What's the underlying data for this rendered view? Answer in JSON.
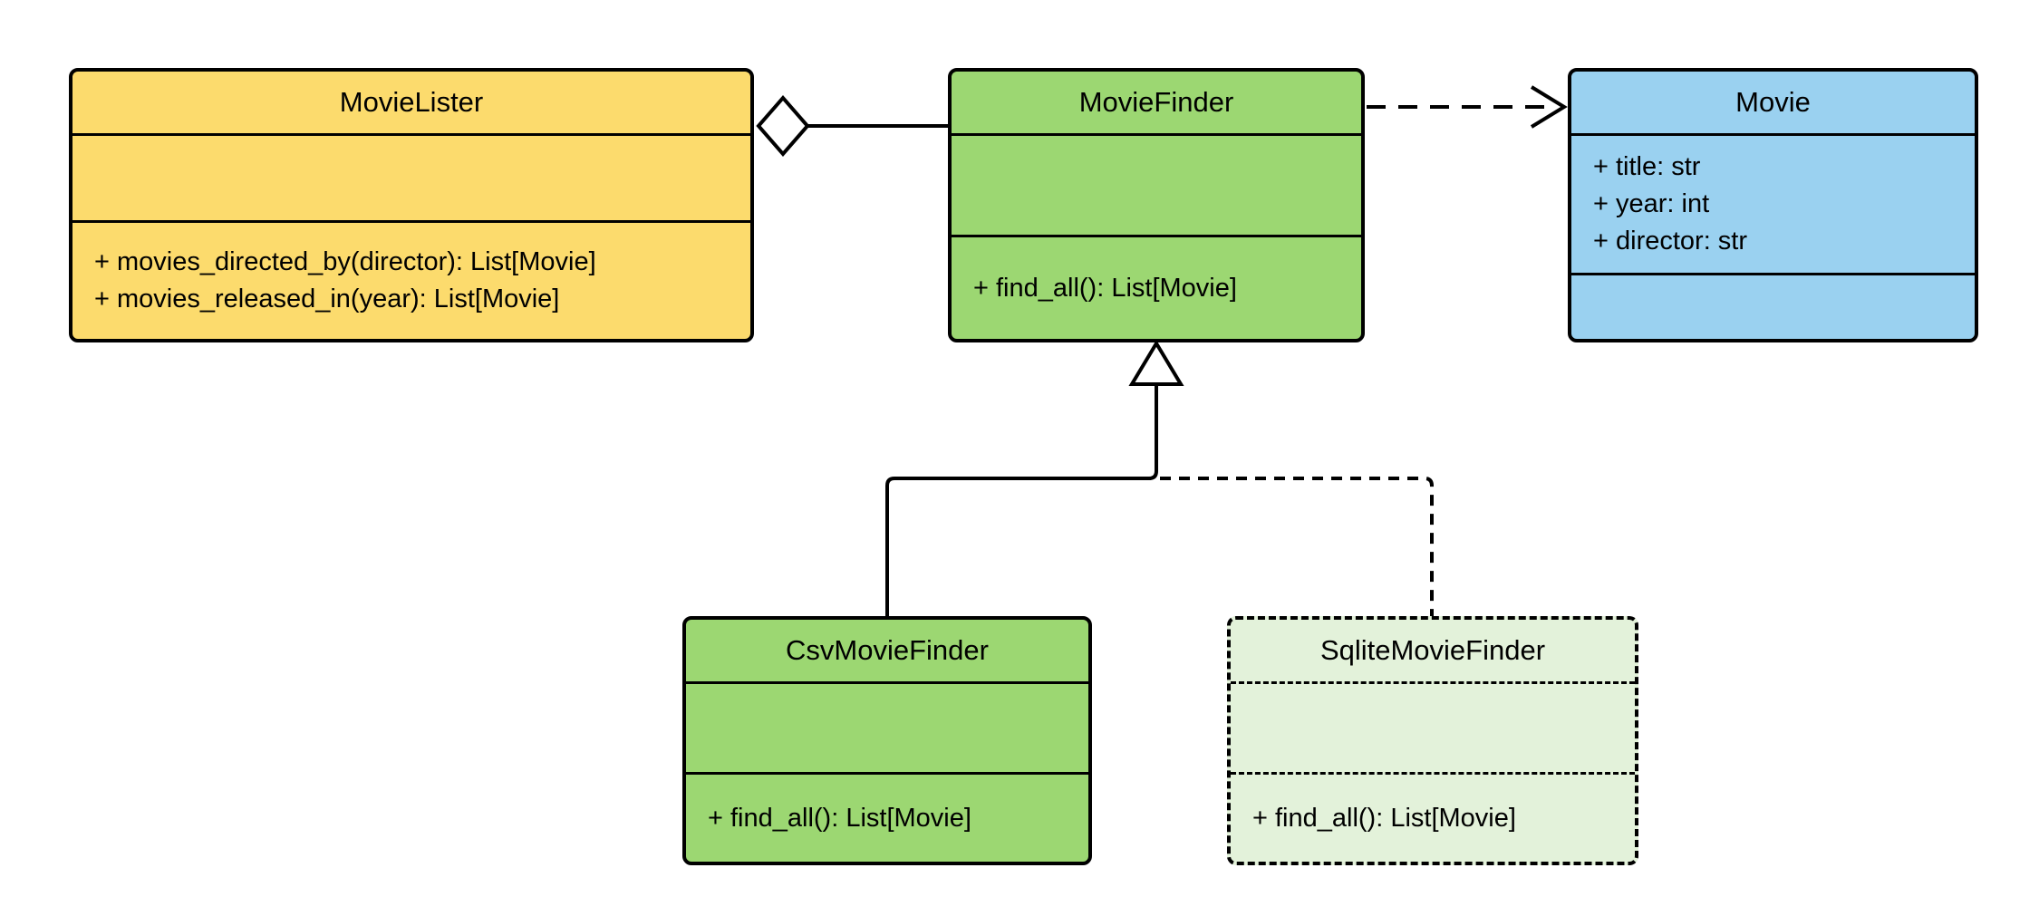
{
  "diagram": {
    "type": "uml-class-diagram",
    "background": "#ffffff",
    "stroke_color": "#000000",
    "marker_fill": "#ffffff",
    "classes": [
      {
        "name": "MovieLister",
        "fill": "#FCDB6D",
        "border": "solid",
        "attributes": [],
        "methods": [
          "+ movies_directed_by(director): List[Movie]",
          "+ movies_released_in(year): List[Movie]"
        ]
      },
      {
        "name": "MovieFinder",
        "fill": "#9CD772",
        "border": "solid",
        "attributes": [],
        "methods": [
          "+ find_all(): List[Movie]"
        ]
      },
      {
        "name": "Movie",
        "fill": "#9AD1F0",
        "border": "solid",
        "attributes": [
          "+ title: str",
          "+ year: int",
          "+ director: str"
        ],
        "methods": []
      },
      {
        "name": "CsvMovieFinder",
        "fill": "#9CD772",
        "border": "solid",
        "attributes": [],
        "methods": [
          "+ find_all(): List[Movie]"
        ]
      },
      {
        "name": "SqliteMovieFinder",
        "fill": "#E3F2DA",
        "border": "dashed",
        "attributes": [],
        "methods": [
          "+ find_all(): List[Movie]"
        ]
      }
    ],
    "relationships": [
      {
        "type": "aggregation",
        "from": "MovieFinder",
        "to": "MovieLister",
        "line": "solid",
        "marker": "hollow-diamond"
      },
      {
        "type": "dependency",
        "from": "MovieFinder",
        "to": "Movie",
        "line": "dashed",
        "marker": "open-arrow"
      },
      {
        "type": "generalization",
        "from": "CsvMovieFinder",
        "to": "MovieFinder",
        "line": "solid",
        "marker": "hollow-triangle"
      },
      {
        "type": "generalization",
        "from": "SqliteMovieFinder",
        "to": "MovieFinder",
        "line": "dashed",
        "marker": "hollow-triangle"
      }
    ]
  }
}
